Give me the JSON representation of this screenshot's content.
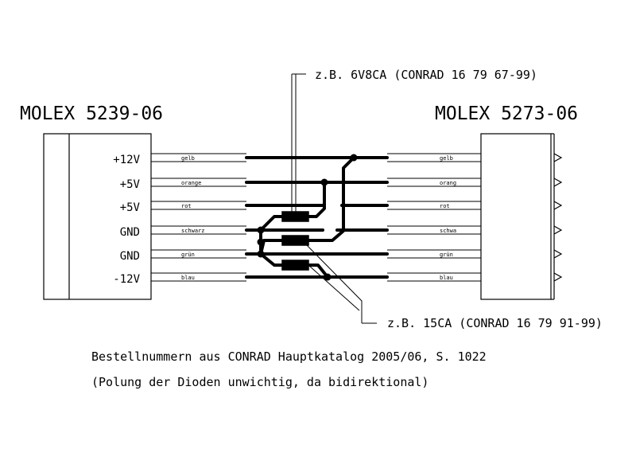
{
  "connectors": {
    "left_title": "MOLEX 5239-06",
    "right_title": "MOLEX 5273-06"
  },
  "pins": [
    "+12V",
    "+5V",
    "+5V",
    "GND",
    "GND",
    "-12V"
  ],
  "wires_left": [
    "gelb",
    "orange",
    "rot",
    "schwarz",
    "grün",
    "blau"
  ],
  "wires_right": [
    "gelb",
    "orang",
    "rot",
    "schwa",
    "grün",
    "blau"
  ],
  "annotations": {
    "diode_top": "z.B. 6V8CA (CONRAD 16 79 67-99)",
    "diode_bottom": "z.B. 15CA (CONRAD 16 79 91-99)"
  },
  "footer": {
    "line1": "Bestellnummern aus CONRAD Hauptkatalog 2005/06, S. 1022",
    "line2": "(Polung der Dioden unwichtig, da bidirektional)"
  }
}
